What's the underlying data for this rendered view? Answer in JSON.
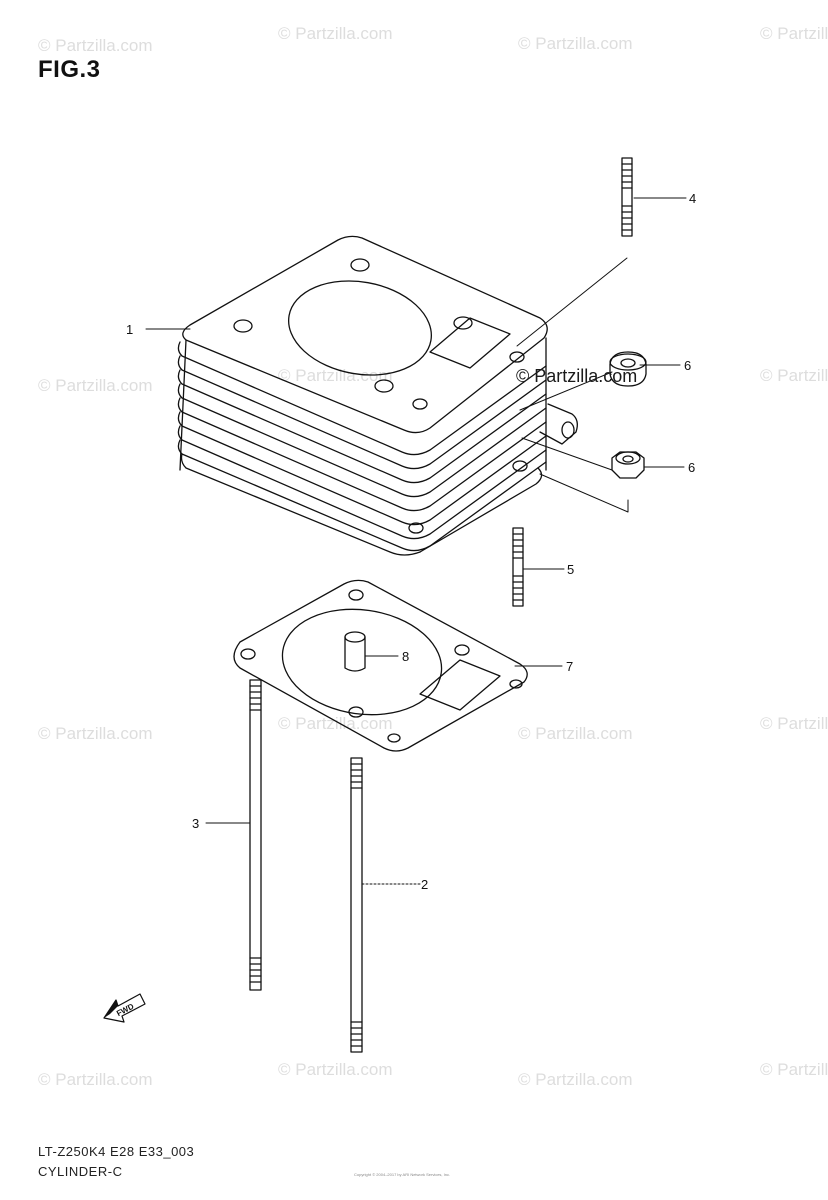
{
  "figure": {
    "title": "FIG.3",
    "model_code": "LT-Z250K4 E28 E33_003",
    "section_name": "CYLINDER-C",
    "copyright_small": "Copyright © 2004–2017 by ARI Network Services, Inc."
  },
  "watermark": {
    "text": "© Partzilla.com",
    "emphasis_text": "© Partzilla.com"
  },
  "callouts": [
    {
      "id": "1",
      "label": "1"
    },
    {
      "id": "2",
      "label": "2"
    },
    {
      "id": "3",
      "label": "3"
    },
    {
      "id": "4",
      "label": "4"
    },
    {
      "id": "5",
      "label": "5"
    },
    {
      "id": "6a",
      "label": "6"
    },
    {
      "id": "6b",
      "label": "6"
    },
    {
      "id": "7",
      "label": "7"
    },
    {
      "id": "8",
      "label": "8"
    }
  ],
  "fwd_arrow": {
    "label": "FWD"
  },
  "colors": {
    "line": "#111111",
    "watermark": "#969696"
  }
}
